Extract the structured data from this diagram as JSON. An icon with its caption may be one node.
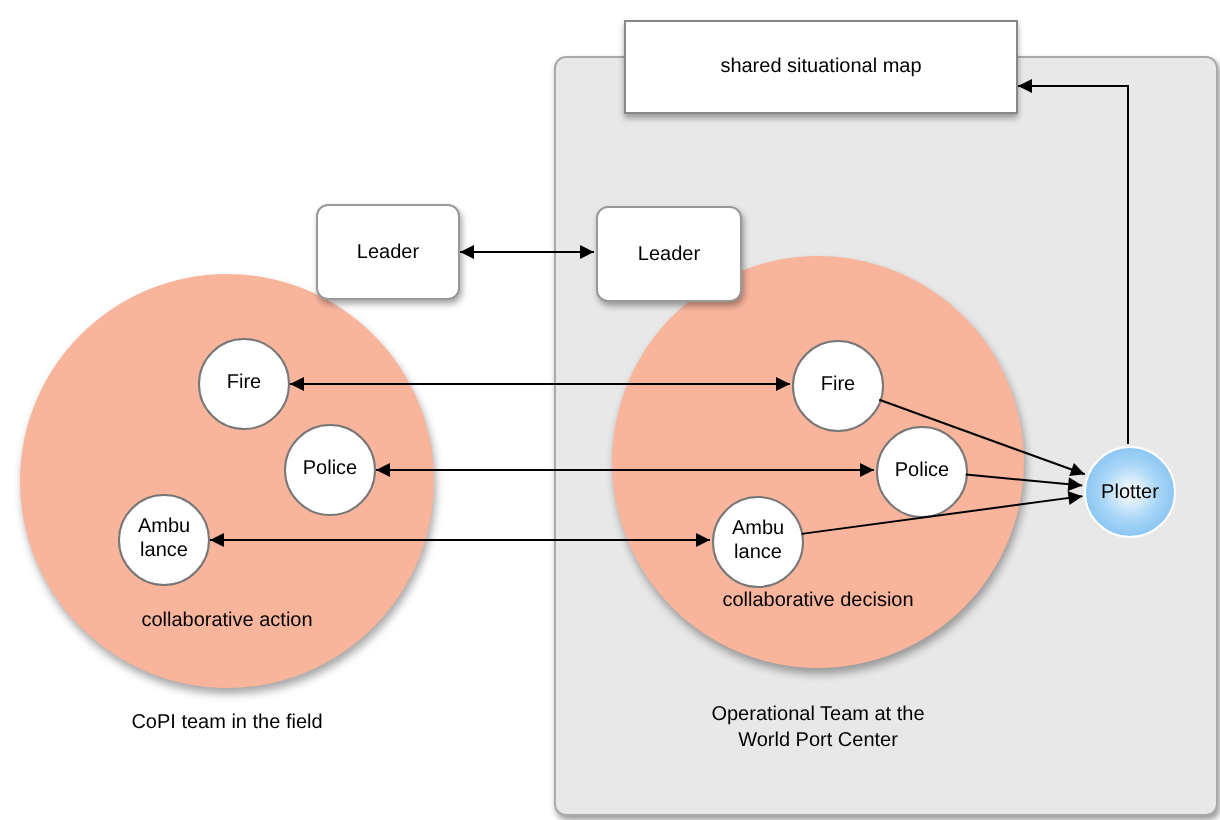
{
  "diagram": {
    "nodes": [
      {
        "text": [
          "shared situational map"
        ]
      },
      {
        "text": [
          "Operational Team at the World Port Center"
        ]
      },
      {
        "text": [
          "Leader"
        ]
      },
      {
        "text": [
          "Leader"
        ],
        "in": 1
      },
      {
        "text": [
          "collaborative action"
        ],
        "beside": [
          "CoPI team in the field"
        ]
      },
      {
        "text": [
          "collaborative decision"
        ],
        "in": 1
      },
      {
        "text": [
          "Fire"
        ],
        "in": 4
      },
      {
        "text": [
          "Police"
        ],
        "in": 4
      },
      {
        "text": [
          "Ambu lance"
        ],
        "in": 4
      },
      {
        "text": [
          "Fire"
        ],
        "in": 5
      },
      {
        "text": [
          "Police"
        ],
        "in": 5
      },
      {
        "text": [
          "Ambu lance"
        ],
        "in": 5
      },
      {
        "text": [
          "Plotter"
        ],
        "in": 1
      }
    ],
    "edges": [
      {
        "from": 2,
        "to": 3,
        "arrow": "both"
      },
      {
        "from": 6,
        "to": 9,
        "arrow": "both"
      },
      {
        "from": 7,
        "to": 10,
        "arrow": "both"
      },
      {
        "from": 8,
        "to": 11,
        "arrow": "both"
      },
      {
        "from": 9,
        "to": 12,
        "arrow": "to"
      },
      {
        "from": 10,
        "to": 12,
        "arrow": "to"
      },
      {
        "from": 11,
        "to": 12,
        "arrow": "to"
      },
      {
        "from": 12,
        "to": 0,
        "arrow": "to"
      }
    ]
  }
}
